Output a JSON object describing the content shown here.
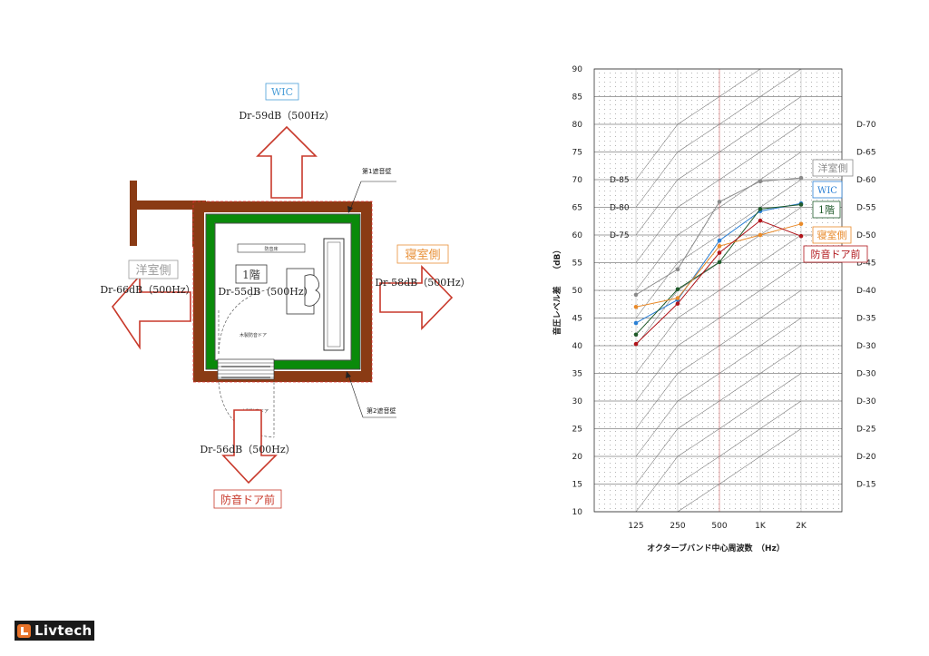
{
  "plan": {
    "top": {
      "room": "WIC",
      "value": "Dr-59dB（500Hz）",
      "color": "#4a9ed8"
    },
    "right": {
      "room": "寝室側",
      "value": "Dr-58dB（500Hz）",
      "color": "#e89038"
    },
    "left": {
      "room": "洋室側",
      "value": "Dr-66dB（500Hz）",
      "color": "#9a9a9a"
    },
    "center": {
      "room": "1階",
      "value": "Dr-55dB（500Hz）",
      "color": "#3a3a3a"
    },
    "bottom": {
      "room": "防音ドア前",
      "value": "Dr-56dB（500Hz）",
      "color": "#c8392b"
    },
    "label_wall1": "第1遮音壁",
    "label_wall2": "第2遮音壁",
    "label_inner_door": "木製防音ドア",
    "label_outer_door": "木製防音ドア",
    "label_floor": "防音床"
  },
  "chart_data": {
    "type": "line",
    "categories": [
      "125",
      "250",
      "500",
      "1K",
      "2K"
    ],
    "xlabel": "オクターブバンド中心周波数　（Hz）",
    "ylabel": "音圧レベル差　　（dB）",
    "ylim": [
      10,
      90
    ],
    "yticks": [
      10,
      15,
      20,
      25,
      30,
      35,
      40,
      45,
      50,
      55,
      60,
      65,
      70,
      75,
      80,
      85,
      90
    ],
    "left_d_labels": [
      {
        "y": 70,
        "text": "D-85"
      },
      {
        "y": 65,
        "text": "D-80"
      },
      {
        "y": 60,
        "text": "D-75"
      }
    ],
    "right_d_labels": [
      {
        "y": 80,
        "text": "D-70"
      },
      {
        "y": 75,
        "text": "D-65"
      },
      {
        "y": 70,
        "text": "D-60"
      },
      {
        "y": 65,
        "text": "D-55"
      },
      {
        "y": 60,
        "text": "D-50"
      },
      {
        "y": 55,
        "text": "D-45"
      },
      {
        "y": 50,
        "text": "D-40"
      },
      {
        "y": 45,
        "text": "D-35"
      },
      {
        "y": 40,
        "text": "D-30"
      },
      {
        "y": 35,
        "text": "D-30"
      },
      {
        "y": 30,
        "text": "D-30"
      },
      {
        "y": 25,
        "text": "D-25"
      },
      {
        "y": 20,
        "text": "D-20"
      },
      {
        "y": 15,
        "text": "D-15"
      }
    ],
    "series": [
      {
        "name": "洋室側",
        "color": "#8a8a8a",
        "values": [
          49.2,
          53.8,
          66,
          69.7,
          70.3
        ]
      },
      {
        "name": "WIC",
        "color": "#2a7fd4",
        "values": [
          44.1,
          48.3,
          59,
          64.3,
          65.7
        ]
      },
      {
        "name": "1階",
        "color": "#1f5a2a",
        "values": [
          42,
          50.2,
          55.1,
          64.7,
          65.5
        ]
      },
      {
        "name": "寝室側",
        "color": "#e88a2a",
        "values": [
          47,
          48.6,
          58,
          60,
          62
        ]
      },
      {
        "name": "防音ドア前",
        "color": "#b0141a",
        "values": [
          40.3,
          47.6,
          56.8,
          62.6,
          59.8
        ]
      }
    ]
  },
  "logo": {
    "text": "Livtech"
  }
}
